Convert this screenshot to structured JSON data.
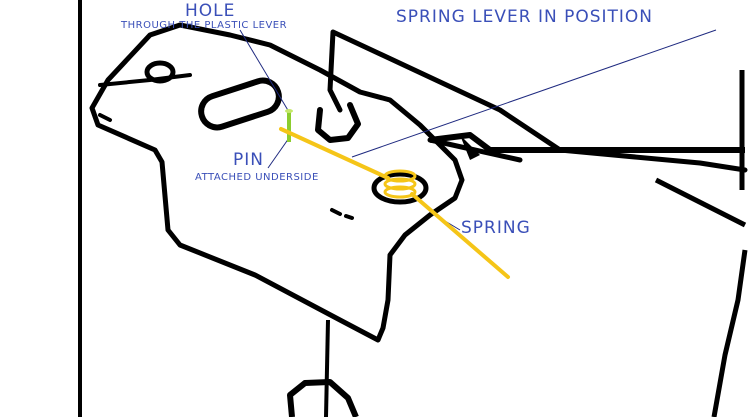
{
  "labels": {
    "title": "SPRING LEVER IN POSITION",
    "hole": "HOLE",
    "hole_sub": "THROUGH THE PLASTIC LEVER",
    "pin": "PIN",
    "pin_sub": "ATTACHED UNDERSIDE",
    "spring": "SPRING"
  },
  "colors": {
    "outline": "#000000",
    "label_text": "#3a4fb8",
    "leader_line": "#1f2a80",
    "spring": "#f5c518",
    "pin": "#8ccd2e"
  }
}
